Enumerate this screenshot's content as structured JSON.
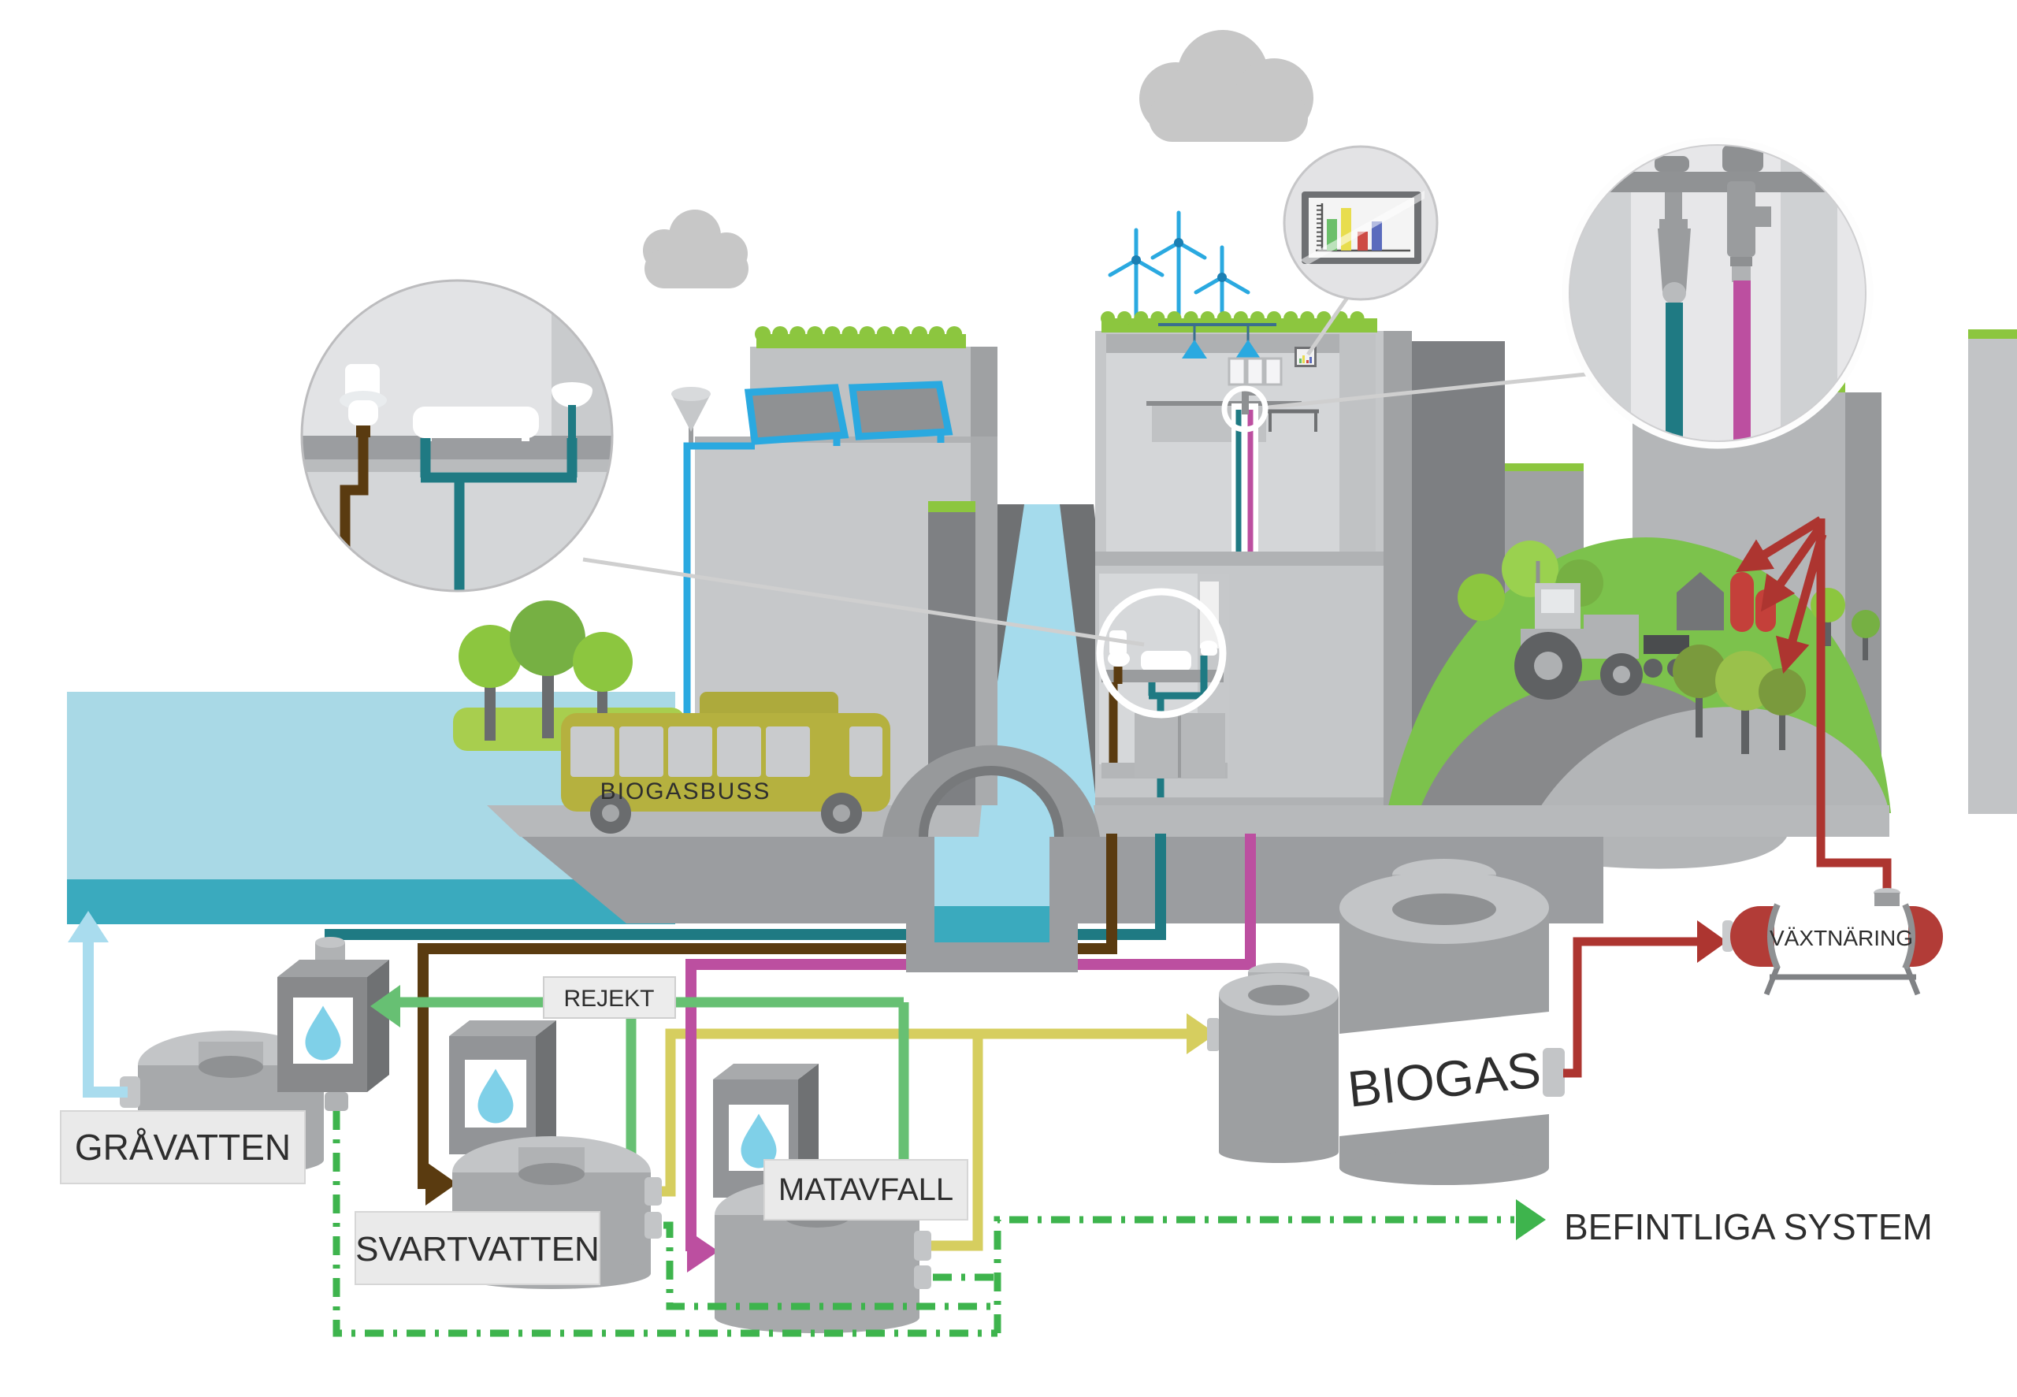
{
  "diagram": {
    "language": "Swedish",
    "subject": "city biogas / wastewater cycle infographic"
  },
  "labels": {
    "biogasbuss": "BIOGASBUSS",
    "gravatten": "GRÅVATTEN",
    "svartvatten": "SVARTVATTEN",
    "matavfall": "MATAVFALL",
    "rejekt": "REJEKT",
    "biogas": "BIOGAS",
    "vaxtnaring": "VÄXTNÄRING",
    "befintliga_system": "BEFINTLIGA SYSTEM"
  },
  "colors": {
    "teal": "#1f7a83",
    "brown": "#5a3b10",
    "magenta": "#bc4fa0",
    "yellow": "#d6ce5f",
    "green": "#67c073",
    "dashgreen": "#3eb44d",
    "red": "#ad3530",
    "lightblue": "#a9dcee",
    "water_light": "#a9d9e6",
    "water_dark": "#3aaabe",
    "canal": "#a5dbec",
    "bus": "#b5b13f",
    "grass": "#a8ce4e",
    "tree_light": "#8cc63f",
    "tree_dark": "#76b043",
    "hill": "#7cc24c",
    "label_bg": "#eaeaea",
    "accent_blue": "#2aa9e0",
    "drop_blue": "#7fd0e8"
  },
  "pipes": [
    {
      "color": "teal",
      "style": "solid",
      "route": "buildings (greywater) → GRÅVATTEN unit"
    },
    {
      "color": "lightblue",
      "style": "solid-arrow",
      "route": "GRÅVATTEN unit → water body"
    },
    {
      "color": "brown",
      "style": "solid-arrow",
      "route": "buildings (toilet) → SVARTVATTEN tank"
    },
    {
      "color": "magenta",
      "style": "solid-arrow",
      "route": "building kitchen → MATAVFALL tank"
    },
    {
      "color": "yellow",
      "style": "solid-arrow",
      "route": "SVARTVATTEN + MATAVFALL tanks → BIOGAS plant"
    },
    {
      "color": "green",
      "style": "solid-arrow",
      "route": "REJEKT line → GRÅVATTEN unit (branches to SVARTVATTEN and MATAVFALL)"
    },
    {
      "color": "red",
      "style": "solid-arrow",
      "route": "BIOGAS plant → VÄXTNÄRING tank → farmland"
    },
    {
      "color": "dashgreen",
      "style": "dashed-arrow",
      "route": "tanks → BEFINTLIGA SYSTEM"
    }
  ],
  "chart_data": {
    "type": "bar",
    "categories": [
      "",
      "",
      "",
      ""
    ],
    "series": [
      {
        "name": "wall-monitor-bars",
        "values": [
          62,
          85,
          38,
          58
        ]
      }
    ],
    "bar_colors": [
      "#6cbf6a",
      "#e8dd4e",
      "#cd4b45",
      "#5a6bbd"
    ],
    "title": "",
    "xlabel": "",
    "ylabel": "",
    "grid": false,
    "legend": false
  },
  "detail_circles": [
    {
      "name": "bathroom-detail",
      "shows": "toilet, bathtub, sink with brown and teal drain pipes"
    },
    {
      "name": "monitor-chart-detail",
      "shows": "wall monitor with bar chart"
    },
    {
      "name": "pipe-valves-detail",
      "shows": "teal and magenta supply pipes with grey valves"
    }
  ],
  "icons": [
    "cloud-icon",
    "wind-turbine-icon",
    "solar-panel-icon",
    "street-lamp-icon",
    "tree-icon",
    "bus-icon",
    "bridge-icon",
    "toilet-icon",
    "bathtub-icon",
    "sink-icon",
    "faucet-icon",
    "water-drop-icon",
    "bar-chart-icon",
    "valve-icon",
    "tractor-icon",
    "barn-icon",
    "silo-icon",
    "tank-icon",
    "arrow-icon"
  ]
}
